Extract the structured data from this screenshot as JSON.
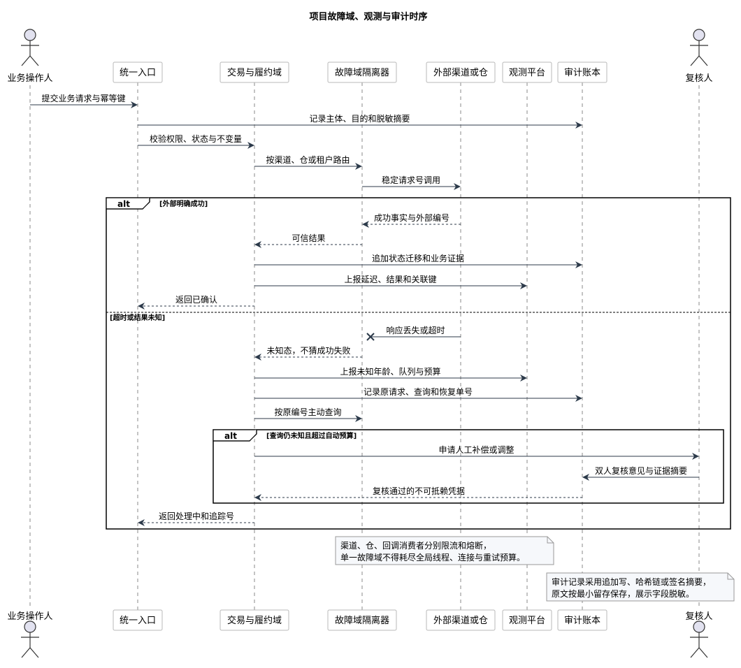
{
  "title": "项目故障域、观测与审计时序",
  "participants": [
    {
      "id": "op",
      "label": "业务操作人",
      "kind": "actor"
    },
    {
      "id": "entry",
      "label": "统一入口",
      "kind": "box"
    },
    {
      "id": "trade",
      "label": "交易与履约域",
      "kind": "box"
    },
    {
      "id": "iso",
      "label": "故障域隔离器",
      "kind": "box"
    },
    {
      "id": "ext",
      "label": "外部渠道或仓",
      "kind": "box"
    },
    {
      "id": "obs",
      "label": "观测平台",
      "kind": "box"
    },
    {
      "id": "audit",
      "label": "审计账本",
      "kind": "box"
    },
    {
      "id": "rev",
      "label": "复核人",
      "kind": "actor"
    }
  ],
  "messages": [
    {
      "from": "op",
      "to": "entry",
      "text": "提交业务请求与幂等键",
      "style": "solid"
    },
    {
      "from": "entry",
      "to": "audit",
      "text": "记录主体、目的和脱敏摘要",
      "style": "solid"
    },
    {
      "from": "entry",
      "to": "trade",
      "text": "校验权限、状态与不变量",
      "style": "solid"
    },
    {
      "from": "trade",
      "to": "iso",
      "text": "按渠道、仓或租户路由",
      "style": "solid"
    },
    {
      "from": "iso",
      "to": "ext",
      "text": "稳定请求号调用",
      "style": "solid"
    },
    {
      "from": "ext",
      "to": "iso",
      "text": "成功事实与外部编号",
      "style": "dashed"
    },
    {
      "from": "iso",
      "to": "trade",
      "text": "可信结果",
      "style": "dashed"
    },
    {
      "from": "trade",
      "to": "audit",
      "text": "追加状态迁移和业务证据",
      "style": "solid"
    },
    {
      "from": "trade",
      "to": "obs",
      "text": "上报延迟、结果和关联键",
      "style": "solid"
    },
    {
      "from": "trade",
      "to": "entry",
      "text": "返回已确认",
      "style": "dashed"
    },
    {
      "from": "ext",
      "to": "iso",
      "text": "响应丢失或超时",
      "style": "lost"
    },
    {
      "from": "iso",
      "to": "trade",
      "text": "未知态，不猜成功失败",
      "style": "dashed"
    },
    {
      "from": "trade",
      "to": "obs",
      "text": "上报未知年龄、队列与预算",
      "style": "solid"
    },
    {
      "from": "trade",
      "to": "audit",
      "text": "记录原请求、查询和恢复单号",
      "style": "solid"
    },
    {
      "from": "trade",
      "to": "iso",
      "text": "按原编号主动查询",
      "style": "solid"
    },
    {
      "from": "trade",
      "to": "rev",
      "text": "申请人工补偿或调整",
      "style": "solid"
    },
    {
      "from": "rev",
      "to": "audit",
      "text": "双人复核意见与证据摘要",
      "style": "solid"
    },
    {
      "from": "audit",
      "to": "trade",
      "text": "复核通过的不可抵赖凭据",
      "style": "dashed"
    },
    {
      "from": "trade",
      "to": "entry",
      "text": "返回处理中和追踪号",
      "style": "dashed"
    }
  ],
  "fragments": [
    {
      "keyword": "alt",
      "guard": "[外部明确成功]",
      "else_guard": "[超时或结果未知]"
    },
    {
      "keyword": "alt",
      "guard": "[查询仍未知且超过自动预算]"
    }
  ],
  "notes": [
    {
      "lines": [
        "渠道、仓、回调消费者分别限流和熔断，",
        "单一故障域不得耗尽全局线程、连接与重试预算。"
      ]
    },
    {
      "lines": [
        "审计记录采用追加写、哈希链或签名摘要，",
        "原文按最小留存保存，展示字段脱敏。"
      ]
    }
  ],
  "colors": {
    "line": "#2c3a4a",
    "box_fill": "#ffffff",
    "box_border": "#b8b8b8",
    "actor_fill": "#e2e2f0",
    "note_fill": "#f6f8fb",
    "frame": "#000000",
    "lifeline": "#888888"
  }
}
